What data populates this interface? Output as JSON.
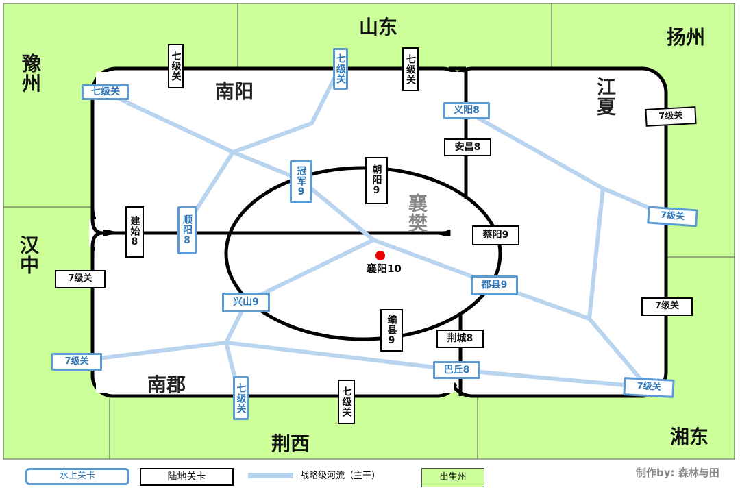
{
  "colors": {
    "province": "#ccff99",
    "river": "#b8d4ee",
    "water_border": "#5b9bd5",
    "water_text": "#2e75b6",
    "capital_dot": "#ee0000"
  },
  "regions": {
    "shandong": "山东",
    "yangzhou": "扬州",
    "yuzhou": "豫州",
    "hanzhong": "汉中",
    "xiangdong": "湘东",
    "jingxi": "荆西"
  },
  "commanderies": {
    "nanyang": "南阳",
    "jiangxia": "江夏",
    "nanjun": "南郡",
    "xiangfan": "襄樊"
  },
  "capital": {
    "label": "襄阳10"
  },
  "water_passes": [
    "七级关",
    "七级关",
    "义阳8",
    "冠军9",
    "顺阳8",
    "兴山9",
    "都县9",
    "7级关",
    "7级关",
    "七级关",
    "巴丘8",
    "7级关"
  ],
  "land_passes": [
    "七级关",
    "七级关",
    "7级关",
    "安昌8",
    "朝阳9",
    "建始8",
    "蔡阳9",
    "7级关",
    "7级关",
    "编县9",
    "荆城8",
    "七级关"
  ],
  "legend": {
    "water": "水上关卡",
    "land": "陆地关卡",
    "river": "战略级河流（主干）",
    "province": "出生州"
  },
  "credit": "制作by: 森林与田"
}
